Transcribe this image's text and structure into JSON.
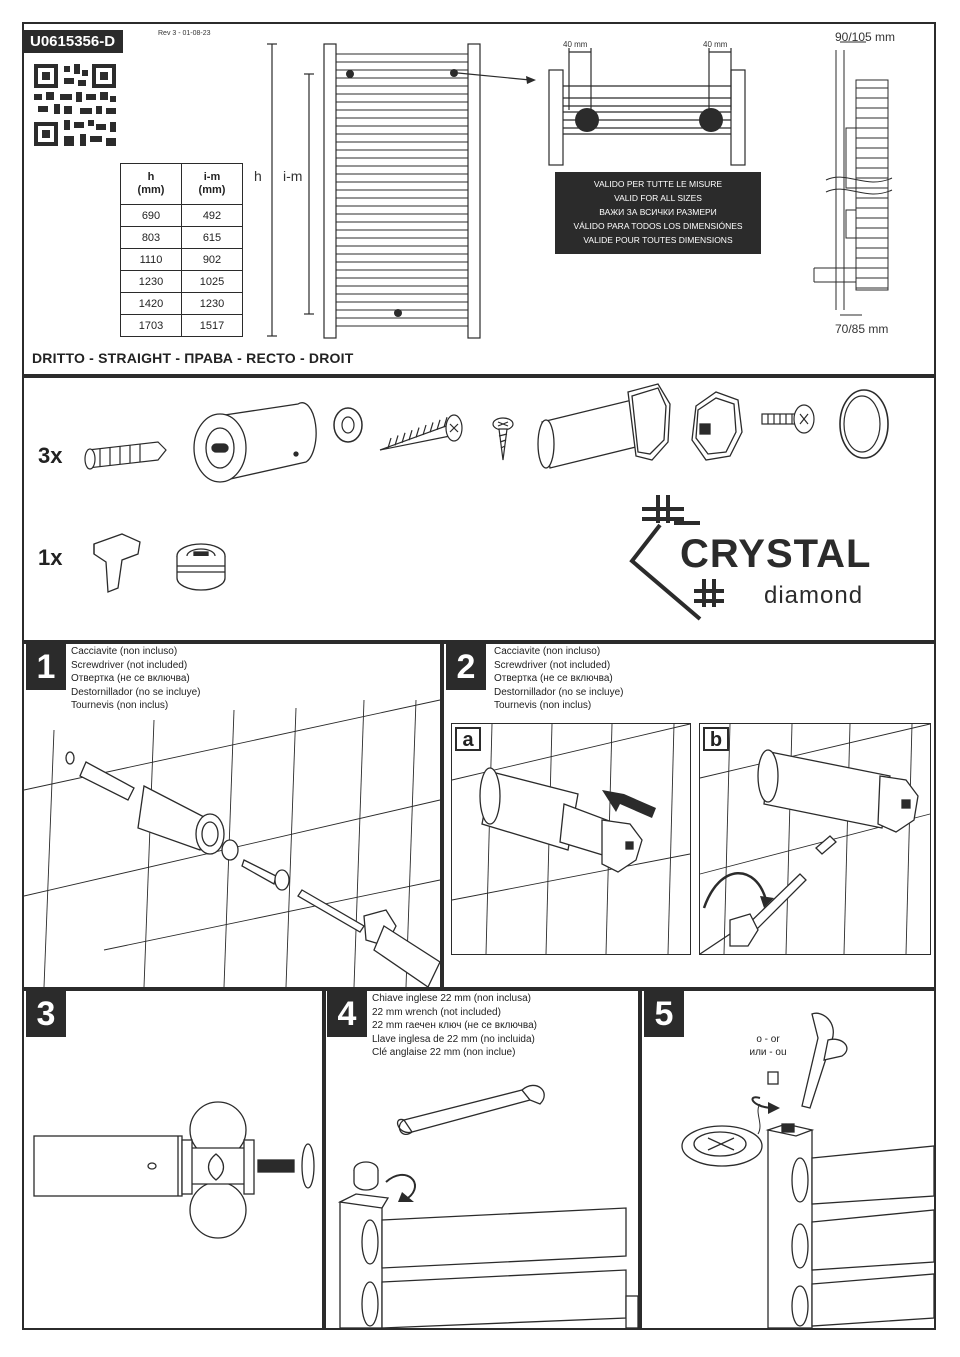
{
  "header": {
    "code": "U0615356-D",
    "revision": "Rev 3 - 01-08-23",
    "table": {
      "headers": [
        [
          "h",
          "(mm)"
        ],
        [
          "i-m",
          "(mm)"
        ]
      ],
      "rows": [
        [
          "690",
          "492"
        ],
        [
          "803",
          "615"
        ],
        [
          "1110",
          "902"
        ],
        [
          "1230",
          "1025"
        ],
        [
          "1420",
          "1230"
        ],
        [
          "1703",
          "1517"
        ]
      ]
    },
    "dim_h": "h",
    "dim_im": "i-m",
    "spacing_left": "40 mm",
    "spacing_right": "40 mm",
    "valid_sizes": [
      "VALIDO PER TUTTE LE MISURE",
      "VALID FOR ALL SIZES",
      "ВАЖИ ЗА ВСИЧКИ РАЗМЕРИ",
      "VÁLIDO PARA TODOS LOS DIMENSIÓNES",
      "VALIDE POUR TOUTES DIMENSIONS"
    ],
    "wall_top": "90/105 mm",
    "wall_bottom": "70/85 mm",
    "straight_label": "DRITTO - STRAIGHT - ПРАВА - RECTO - DROIT"
  },
  "parts": {
    "qty_3": "3x",
    "qty_1": "1x"
  },
  "brand": {
    "name": "CRYSTAL",
    "sub": "diamond"
  },
  "steps": [
    {
      "num": "1",
      "lines": [
        "Cacciavite (non incluso)",
        "Screwdriver (not included)",
        "Отвертка (не се включва)",
        "Destornillador (no se incluye)",
        "Tournevis (non inclus)"
      ]
    },
    {
      "num": "2",
      "lines": [
        "Cacciavite (non incluso)",
        "Screwdriver (not included)",
        "Отвертка (не се включва)",
        "Destornillador (no se incluye)",
        "Tournevis (non inclus)"
      ],
      "sub_a": "a",
      "sub_b": "b"
    },
    {
      "num": "3",
      "lines": []
    },
    {
      "num": "4",
      "lines": [
        "Chiave inglese 22 mm (non inclusa)",
        "22 mm wrench (not included)",
        "22 mm гаечен ключ (не се включва)",
        "Llave inglesa de 22 mm (no incluida)",
        "Clé anglaise 22 mm (non inclue)"
      ]
    },
    {
      "num": "5",
      "or_lines": [
        "o - or",
        "или - ou"
      ]
    }
  ],
  "colors": {
    "ink": "#2b2b2b"
  }
}
